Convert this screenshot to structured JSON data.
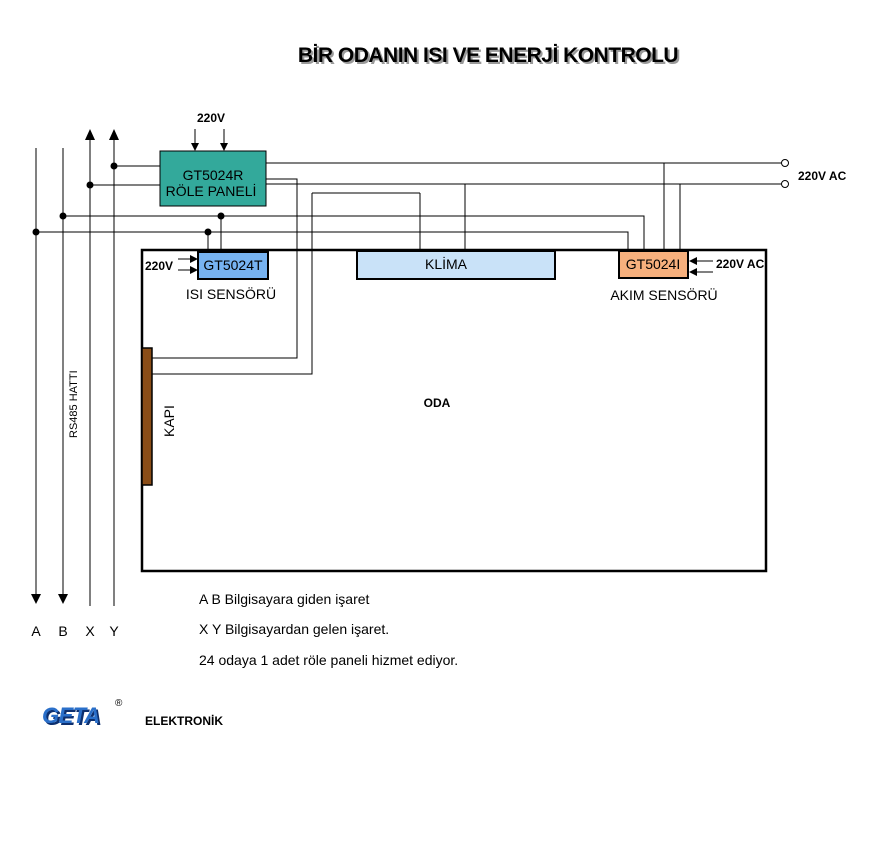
{
  "title": "BİR ODANIN ISI VE ENERJİ KONTROLU",
  "room": {
    "label": "ODA"
  },
  "door": {
    "label": "KAPI"
  },
  "bus": {
    "label": "RS485 HATTI",
    "lines": [
      "A",
      "B",
      "X",
      "Y"
    ]
  },
  "relay_panel": {
    "model": "GT5024R",
    "name": "RÖLE PANELİ",
    "supply": "220V",
    "color": "#33a99b"
  },
  "heat_sensor": {
    "model": "GT5024T",
    "name": "ISI SENSÖRÜ",
    "supply": "220V",
    "color": "#77b3f1"
  },
  "climate": {
    "label": "KLİMA",
    "color": "#c9e2f8"
  },
  "current_sensor": {
    "model": "GT5024I",
    "name": "AKIM SENSÖRÜ",
    "supply": "220V AC",
    "color": "#f7b07d"
  },
  "mains": {
    "label": "220V AC"
  },
  "notes": [
    "A B  Bilgisayara giden işaret",
    "X Y Bilgisayardan gelen işaret.",
    "24 odaya 1 adet röle paneli hizmet ediyor."
  ],
  "brand": {
    "logo": "GETA",
    "registered": "®",
    "text": "ELEKTRONİK"
  }
}
